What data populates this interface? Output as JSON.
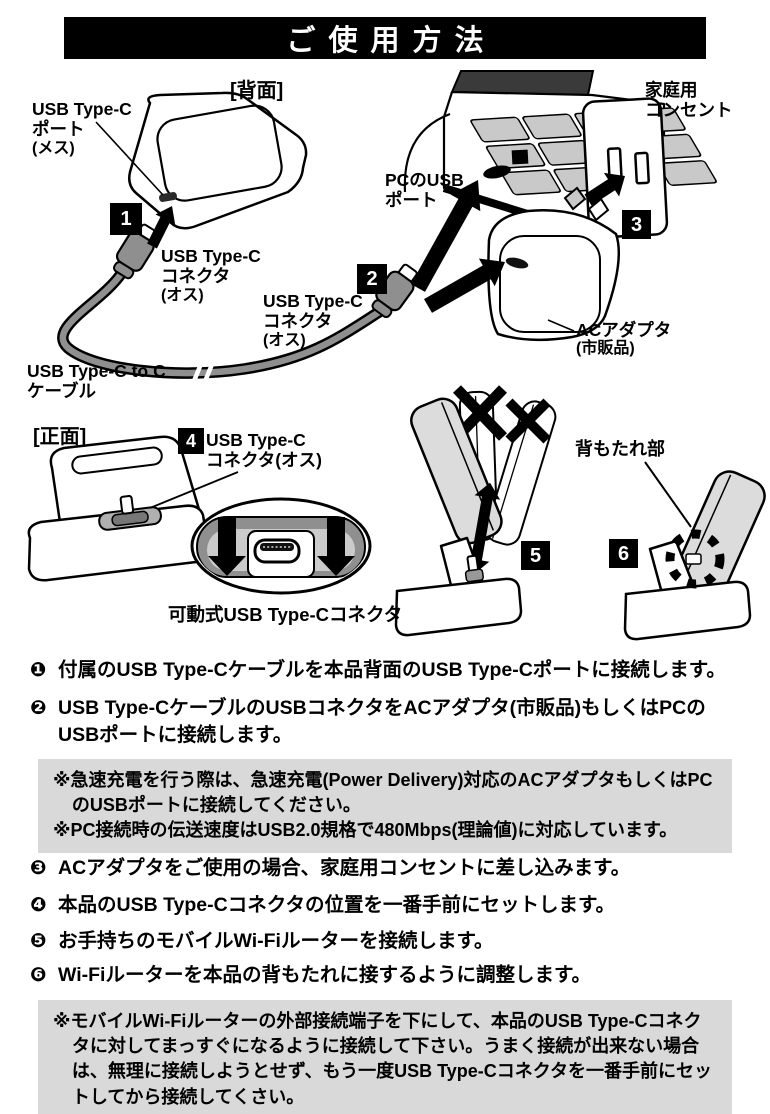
{
  "title": "ご使用方法",
  "diagrams": {
    "back": {
      "view_label": "[背面]",
      "usb_port_label": [
        "USB Type-C",
        "ポート",
        "(メス)"
      ],
      "connector_label_1": [
        "USB Type-C",
        "コネクタ",
        "(オス)"
      ],
      "connector_label_2": [
        "USB Type-C",
        "コネクタ",
        "(オス)"
      ],
      "cable_label": [
        "USB Type-C to C",
        "ケーブル"
      ],
      "pc_usb_port_label": [
        "PCのUSB",
        "ポート"
      ],
      "wall_outlet_label": [
        "家庭用",
        "コンセント"
      ],
      "ac_adapter_label": [
        "ACアダプタ",
        "(市販品)"
      ],
      "badge1": "1",
      "badge2": "2",
      "badge3": "3"
    },
    "front": {
      "view_label": "[正面]",
      "connector_label": [
        "USB Type-C",
        "コネクタ(オス)"
      ],
      "movable_connector_caption": "可動式USB Type-Cコネクタ",
      "backrest_label": "背もたれ部",
      "badge4": "4",
      "badge5": "5",
      "badge6": "6"
    }
  },
  "steps": [
    {
      "num": "❶",
      "text": "付属のUSB Type-Cケーブルを本品背面のUSB Type-Cポートに接続します。"
    },
    {
      "num": "❷",
      "text": "USB Type-CケーブルのUSBコネクタをACアダプタ(市販品)もしくはPCのUSBポートに接続します。"
    },
    {
      "num": "❸",
      "text": "ACアダプタをご使用の場合、家庭用コンセントに差し込みます。"
    },
    {
      "num": "❹",
      "text": "本品のUSB Type-Cコネクタの位置を一番手前にセットします。"
    },
    {
      "num": "❺",
      "text": "お手持ちのモバイルWi-Fiルーターを接続します。"
    },
    {
      "num": "❻",
      "text": "Wi-Fiルーターを本品の背もたれに接するように調整します。"
    }
  ],
  "notes": {
    "box1": [
      "※急速充電を行う際は、急速充電(Power Delivery)対応のACアダプタもしくはPCのUSBポートに接続してください。",
      "※PC接続時の伝送速度はUSB2.0規格で480Mbps(理論値)に対応しています。"
    ],
    "box2": [
      "※モバイルWi-Fiルーターの外部接続端子を下にして、本品のUSB Type-Cコネクタに対してまっすぐになるように接続して下さい。うまく接続が出来ない場合は、無理に接続しようとせず、もう一度USB Type-Cコネクタを一番手前にセットしてから接続してくさい。"
    ]
  },
  "colors": {
    "header_bg": "#000000",
    "header_text": "#ffffff",
    "note_bg": "#d9d9d9",
    "connector_gray": "#8f8f8f",
    "device_gray": "#dcdcdc"
  }
}
